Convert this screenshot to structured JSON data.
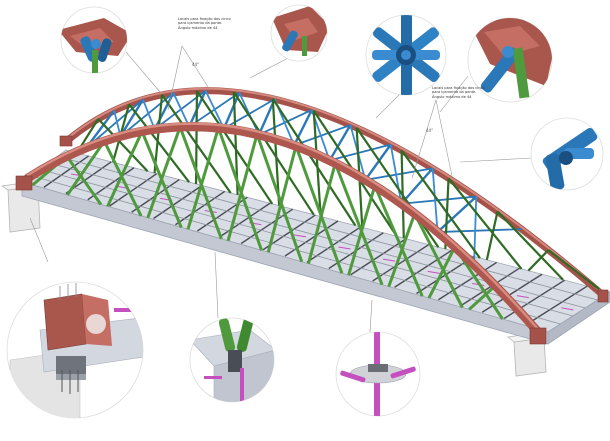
{
  "annotations": [
    {
      "lines": [
        "Locais para fixação dos cinco",
        "para içamento da ponte.",
        "Ângulo máximo de 44"
      ]
    },
    {
      "lines": [
        "Locais para fixação dos cinco",
        "para içamento da ponte.",
        "Ângulo máximo de 44"
      ]
    }
  ],
  "angle_marks": [
    "44°",
    "44°"
  ],
  "colors": {
    "arch": "#b35a50",
    "arch_dark": "#8a3e37",
    "hanger": "#4e9a3c",
    "hanger_dark": "#2f6b24",
    "bracing": "#2a78b8",
    "bracing_dark": "#1a4f80",
    "deck": "#d7dbe3",
    "deck_edge": "#a7adba",
    "beam": "#4a4d55",
    "pin": "#c64fc0",
    "concrete": "#e6e6e6"
  },
  "detail_icons": [
    "arch-bearing-detail-icon",
    "cross-bracing-node-icon",
    "hanger-node-icon",
    "bracing-joint-icon",
    "abutment-bearing-detail-icon",
    "hanger-deck-connection-icon",
    "deck-anchor-plate-icon"
  ]
}
